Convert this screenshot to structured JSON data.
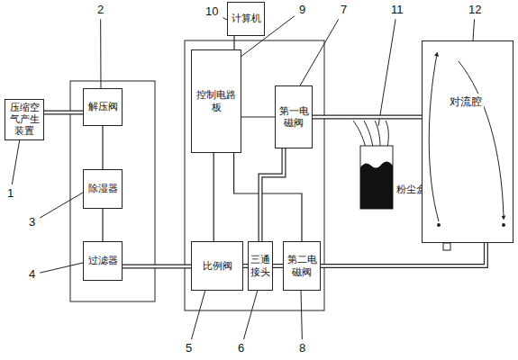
{
  "diagram": {
    "nodes": [
      {
        "text": [
          "压缩空气产生装置"
        ]
      },
      {
        "text": [
          "解压阀"
        ]
      },
      {
        "text": [
          "除湿器"
        ]
      },
      {
        "text": [
          "过滤器"
        ]
      },
      {
        "text": [
          "计算机"
        ]
      },
      {
        "text": [
          "控制电路板"
        ]
      },
      {
        "text": [
          "第一电磁阀"
        ]
      },
      {
        "text": [
          "比例阀"
        ]
      },
      {
        "text": [
          "三通接头"
        ]
      },
      {
        "text": [
          "第二电磁阀"
        ]
      },
      {
        "text": [
          "粉尘盒"
        ]
      },
      {
        "text": [
          "对流腔"
        ]
      }
    ],
    "edges": [
      {
        "from": 0,
        "to": 1,
        "arrow": "none"
      },
      {
        "from": 1,
        "to": 2,
        "arrow": "none"
      },
      {
        "from": 2,
        "to": 3,
        "arrow": "none"
      },
      {
        "from": 3,
        "to": 7,
        "arrow": "none"
      },
      {
        "from": 4,
        "to": 5,
        "arrow": "none"
      },
      {
        "from": 5,
        "to": 6,
        "arrow": "none"
      },
      {
        "from": 5,
        "to": 7,
        "arrow": "none"
      },
      {
        "from": 5,
        "to": 9,
        "arrow": "none"
      },
      {
        "from": 7,
        "to": 8,
        "arrow": "none"
      },
      {
        "from": 8,
        "to": 6,
        "arrow": "none"
      },
      {
        "from": 8,
        "to": 9,
        "arrow": "none"
      },
      {
        "from": 6,
        "to": 11,
        "arrow": "none"
      },
      {
        "from": 9,
        "to": 11,
        "arrow": "none"
      }
    ],
    "labels": [
      "1",
      "2",
      "3",
      "4",
      "5",
      "6",
      "7",
      "8",
      "9",
      "10",
      "11",
      "12"
    ]
  }
}
